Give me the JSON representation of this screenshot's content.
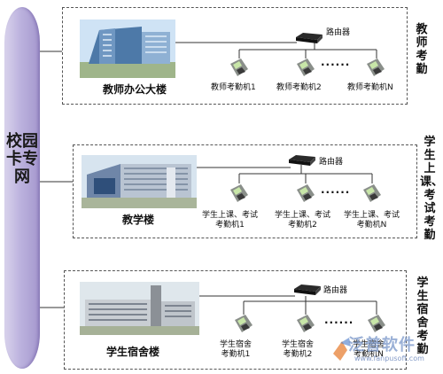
{
  "network": {
    "label": "校园卡专网"
  },
  "router_label": "路由器",
  "sections": [
    {
      "side_label": "教师考勤",
      "building": "教师办公大楼",
      "devices": [
        "教师考勤机1",
        "教师考勤机2",
        "教师考勤机N"
      ],
      "dots": "······"
    },
    {
      "side_label": "学生上课、考试考勤",
      "building": "教学楼",
      "devices": [
        "学生上课、考试\n考勤机1",
        "学生上课、考试\n考勤机2",
        "学生上课、考试\n考勤机N"
      ],
      "dots": "······"
    },
    {
      "side_label": "学生宿舍考勤",
      "building": "学生宿舍楼",
      "devices": [
        "学生宿舍\n考勤机1",
        "学生宿舍\n考勤机2",
        "学生宿舍\n考勤机N"
      ],
      "dots": "······"
    }
  ],
  "watermark": {
    "text": "泛普软件",
    "url": "www.fanpusoft.com"
  }
}
